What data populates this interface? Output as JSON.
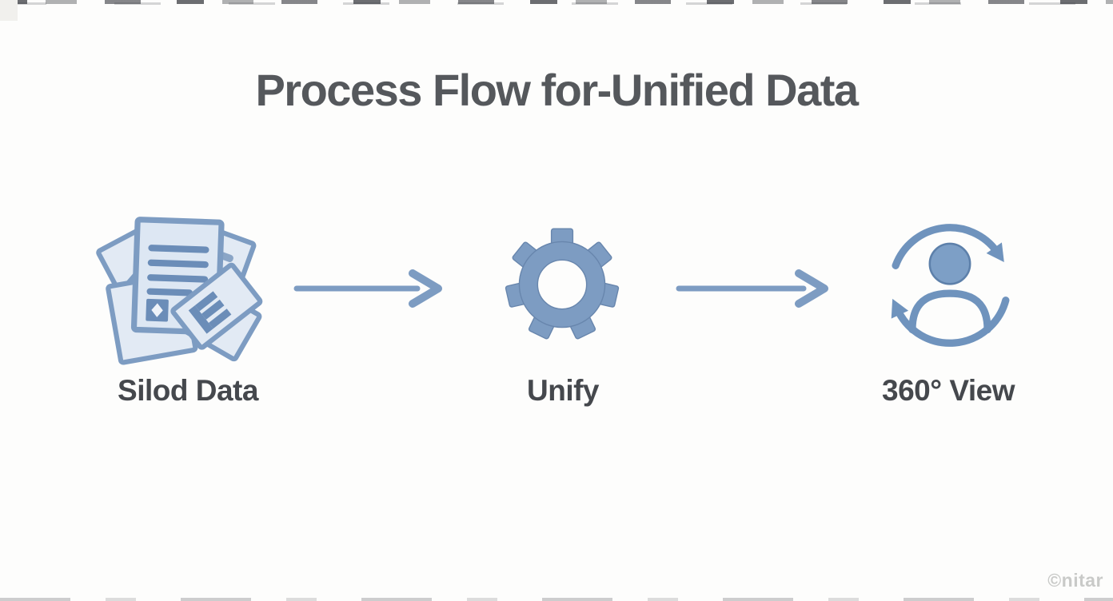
{
  "title": "Process Flow for-Unified Data",
  "stages": [
    {
      "label": "Silod Data",
      "icon": "documents-stack-icon"
    },
    {
      "label": "Unify",
      "icon": "gear-icon"
    },
    {
      "label": "360° View",
      "icon": "person-cycle-icon"
    }
  ],
  "connectors": [
    {
      "icon": "arrow-right-icon"
    },
    {
      "icon": "arrow-right-icon"
    }
  ],
  "watermark": "©nitar",
  "colors": {
    "background": "#fdfdfc",
    "accent_blue": "#7d9cc2",
    "icon_fill_light": "#e2eaf4",
    "icon_detail_blue": "#6b8db8",
    "title_text": "#55585c",
    "label_text": "#45484d",
    "watermark_text": "#c9cac8"
  }
}
